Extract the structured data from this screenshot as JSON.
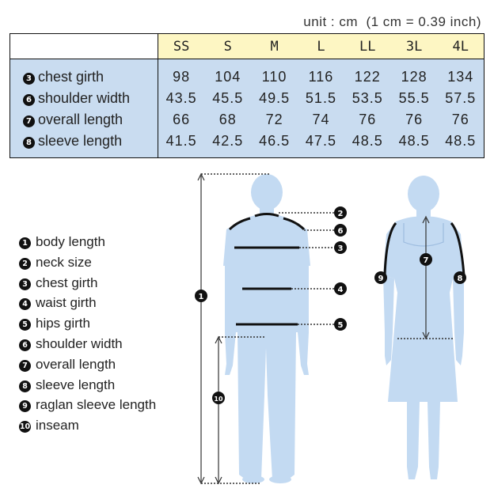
{
  "unit_note": "unit : cm  (1 cm = 0.39 inch)",
  "table": {
    "sizes": [
      "SS",
      "S",
      "M",
      "L",
      "LL",
      "3L",
      "4L"
    ],
    "rows": [
      {
        "num": "3",
        "label": "chest girth",
        "values": [
          "98",
          "104",
          "110",
          "116",
          "122",
          "128",
          "134"
        ]
      },
      {
        "num": "6",
        "label": "shoulder width",
        "values": [
          "43.5",
          "45.5",
          "49.5",
          "51.5",
          "53.5",
          "55.5",
          "57.5"
        ]
      },
      {
        "num": "7",
        "label": "overall length",
        "values": [
          "66",
          "68",
          "72",
          "74",
          "76",
          "76",
          "76"
        ]
      },
      {
        "num": "8",
        "label": "sleeve length",
        "values": [
          "41.5",
          "42.5",
          "46.5",
          "47.5",
          "48.5",
          "48.5",
          "48.5"
        ]
      }
    ]
  },
  "legend": [
    {
      "num": "1",
      "label": "body length"
    },
    {
      "num": "2",
      "label": "neck size"
    },
    {
      "num": "3",
      "label": "chest girth"
    },
    {
      "num": "4",
      "label": "waist girth"
    },
    {
      "num": "5",
      "label": "hips girth"
    },
    {
      "num": "6",
      "label": "shoulder width"
    },
    {
      "num": "7",
      "label": "overall length"
    },
    {
      "num": "8",
      "label": "sleeve length"
    },
    {
      "num": "9",
      "label": "raglan sleeve length"
    },
    {
      "num": "10",
      "label": "inseam"
    }
  ],
  "figure_markers": {
    "m1": "1",
    "m2": "2",
    "m3": "3",
    "m4": "4",
    "m5": "5",
    "m6": "6",
    "m7": "7",
    "m8": "8",
    "m9": "9",
    "m10": "10"
  },
  "colors": {
    "table_header": "#fdf6c3",
    "table_body": "#c9dcf0",
    "figure_fill": "#c3daf2",
    "marker": "#111111"
  }
}
